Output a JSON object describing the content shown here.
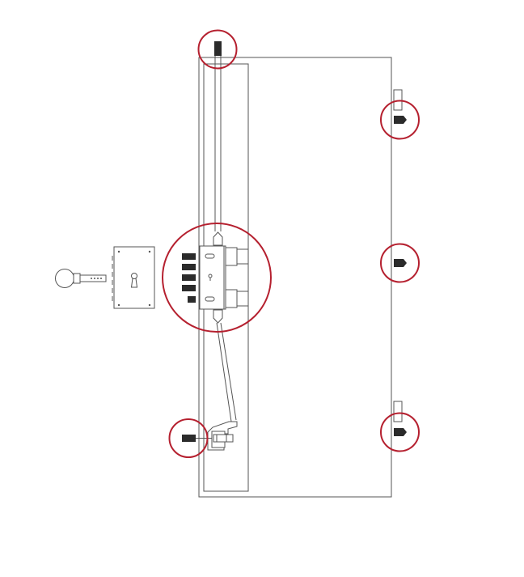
{
  "diagram": {
    "subject": "multipoint-door-lock",
    "colors": {
      "line": "#555555",
      "fill_dark": "#2b2b2b",
      "highlight_ring": "#b5202f",
      "background": "#ffffff"
    },
    "parts": [
      {
        "name": "door-panel",
        "icon": "door"
      },
      {
        "name": "top-bolt",
        "icon": "bolt"
      },
      {
        "name": "bottom-bolt",
        "icon": "bolt"
      },
      {
        "name": "central-lock-case",
        "icon": "lock-case"
      },
      {
        "name": "connecting-rods",
        "icon": "rod"
      },
      {
        "name": "hinge-side-bolts",
        "icon": "hook-bolt",
        "count": 3
      },
      {
        "name": "key",
        "icon": "key"
      },
      {
        "name": "rim-lock-box",
        "icon": "lock-box"
      }
    ],
    "highlighted_points": 6,
    "central_lock_bolts": 5
  }
}
